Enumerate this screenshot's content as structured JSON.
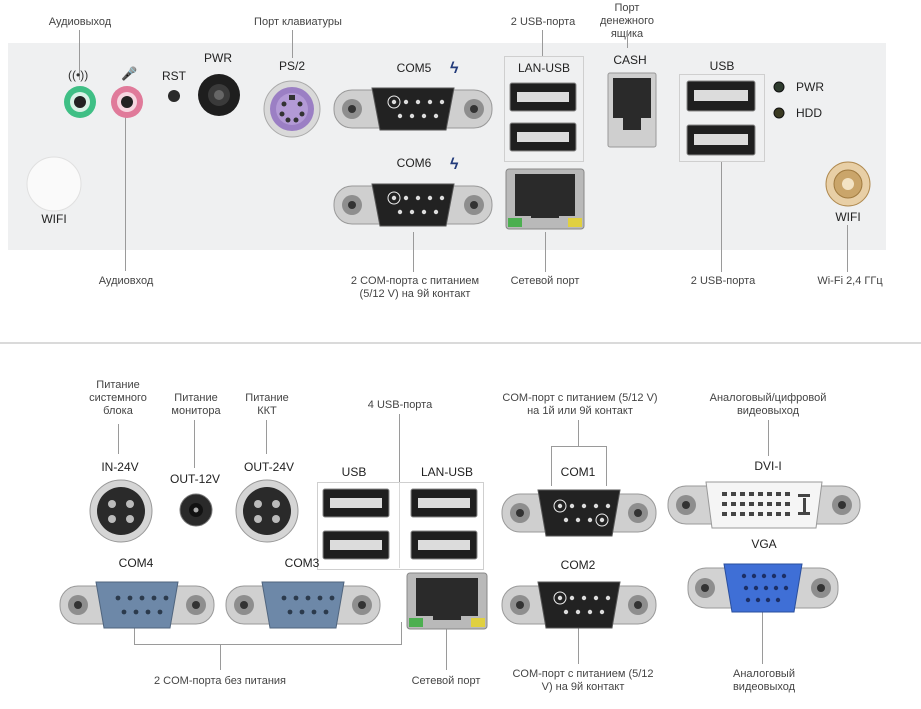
{
  "top": {
    "annotations": {
      "audio_out": "Аудиовыход",
      "keyboard_port": "Порт клавиатуры",
      "usb2_top": "2 USB-порта",
      "cash_drawer_port": "Порт денежного ящика",
      "audio_in": "Аудиовход",
      "com_powered": "2 COM-порта с питанием (5/12 V) на 9й контакт",
      "network_port": "Сетевой порт",
      "usb2_right": "2 USB-порта",
      "wifi_freq": "Wi-Fi 2,4 ГГц"
    },
    "labels": {
      "rst": "RST",
      "pwr": "PWR",
      "ps2": "PS/2",
      "com5": "COM5",
      "com6": "COM6",
      "lan_usb": "LAN-USB",
      "cash": "CASH",
      "usb": "USB",
      "led_pwr": "PWR",
      "led_hdd": "HDD",
      "wifi_left": "WIFI",
      "wifi_right": "WIFI"
    }
  },
  "bottom": {
    "annotations": {
      "power_system_unit": "Питание системного блока",
      "power_monitor": "Питание монитора",
      "power_kkt": "Питание ККТ",
      "usb4": "4 USB-порта",
      "com_powered_1_9": "COM-порт с питанием (5/12 V) на 1й или 9й контакт",
      "dvi_desc": "Аналоговый/цифровой видеовыход",
      "com_unpowered": "2 COM-порта без питания",
      "network_port": "Сетевой порт",
      "com_powered_9": "COM-порт с питанием (5/12 V) на 9й контакт",
      "vga_desc": "Аналоговый видеовыход"
    },
    "labels": {
      "in24": "IN-24V",
      "out12": "OUT-12V",
      "out24": "OUT-24V",
      "usb": "USB",
      "lan_usb": "LAN-USB",
      "com1": "COM1",
      "com2": "COM2",
      "com3": "COM3",
      "com4": "COM4",
      "dvi": "DVI-I",
      "vga": "VGA"
    }
  },
  "colors": {
    "audio_green": "#3fbf85",
    "audio_pink": "#e07a9a",
    "ps2_purple": "#9b7fc4",
    "com_blue": "#6d88a8",
    "vga_blue": "#3f6fd6",
    "lightning": "#223a7a"
  }
}
